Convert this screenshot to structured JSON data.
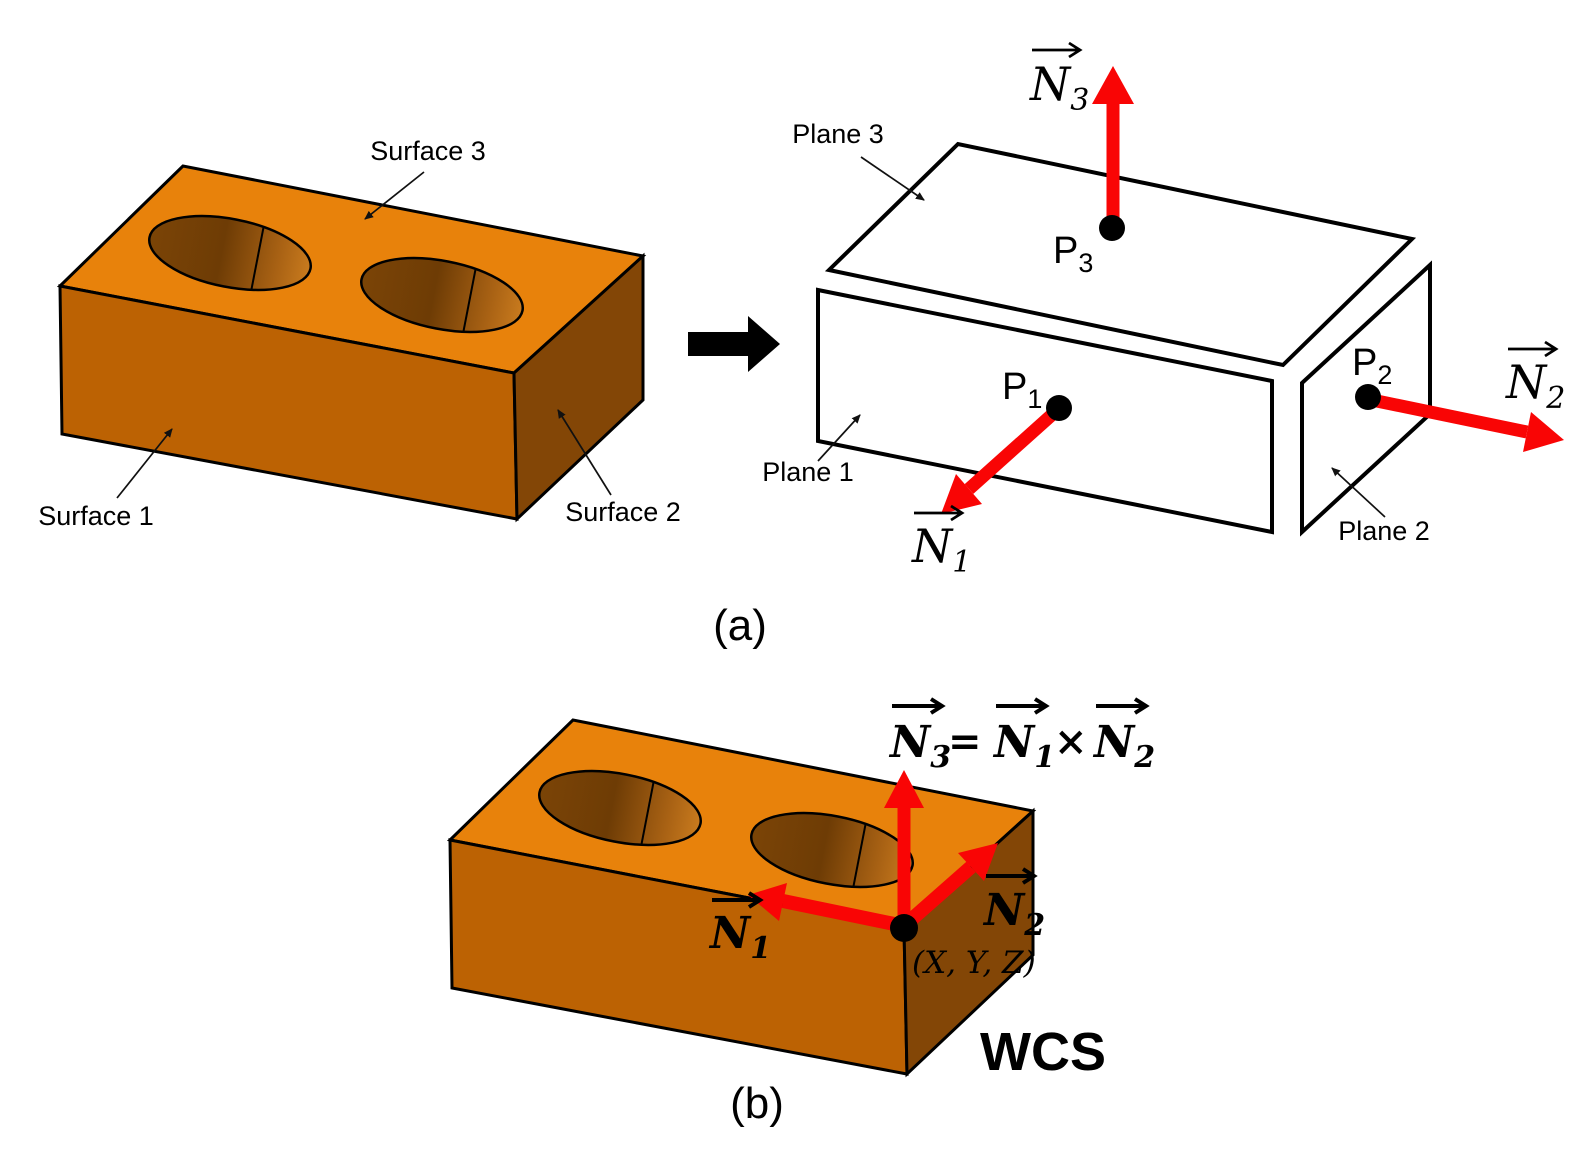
{
  "colors": {
    "brick_top": "#E8820B",
    "brick_front": "#BC6203",
    "brick_side": "#834606",
    "hole_dark": "#6E3C05",
    "hole_edge": "#7B4406",
    "hole_mid": "#A96214",
    "hole_light": "#C97B1E",
    "arrow_red": "#F90505",
    "ink": "#000000"
  },
  "panel_a": {
    "caption": "(a)",
    "surface_labels": {
      "s1": "Surface 1",
      "s2": "Surface 2",
      "s3": "Surface 3"
    },
    "plane_labels": {
      "p1": "Plane 1",
      "p2": "Plane 2",
      "p3": "Plane 3"
    },
    "points": {
      "p1": {
        "base": "P",
        "sub": "1"
      },
      "p2": {
        "base": "P",
        "sub": "2"
      },
      "p3": {
        "base": "P",
        "sub": "3"
      }
    },
    "normals": {
      "n1": {
        "base": "N",
        "sub": "1"
      },
      "n2": {
        "base": "N",
        "sub": "2"
      },
      "n3": {
        "base": "N",
        "sub": "3"
      }
    }
  },
  "panel_b": {
    "caption": "(b)",
    "equation": {
      "lhs": {
        "base": "N",
        "sub": "3"
      },
      "eq": "=",
      "op1": {
        "base": "N",
        "sub": "1"
      },
      "times": "×",
      "op2": {
        "base": "N",
        "sub": "2"
      }
    },
    "normals": {
      "n1": {
        "base": "N",
        "sub": "1"
      },
      "n2": {
        "base": "N",
        "sub": "2"
      }
    },
    "origin_coords": "(X, Y, Z)",
    "wcs": "WCS"
  }
}
